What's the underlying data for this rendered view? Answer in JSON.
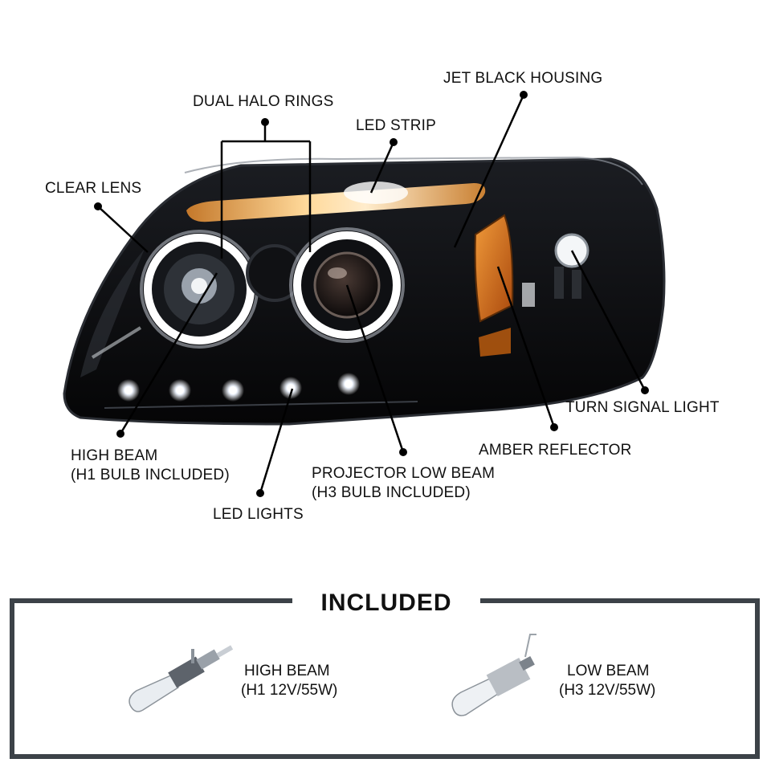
{
  "callouts": {
    "jet_black_housing": "JET BLACK HOUSING",
    "dual_halo_rings": "DUAL HALO RINGS",
    "led_strip": "LED STRIP",
    "clear_lens": "CLEAR LENS",
    "turn_signal_light": "TURN SIGNAL LIGHT",
    "amber_reflector": "AMBER REFLECTOR",
    "high_beam_line1": "HIGH BEAM",
    "high_beam_line2": "(H1 BULB INCLUDED)",
    "projector_line1": "PROJECTOR LOW BEAM",
    "projector_line2": "(H3 BULB INCLUDED)",
    "led_lights": "LED LIGHTS"
  },
  "included": {
    "title": "INCLUDED",
    "high_beam": {
      "line1": "HIGH BEAM",
      "line2": "(H1 12V/55W)"
    },
    "low_beam": {
      "line1": "LOW BEAM",
      "line2": "(H3 12V/55W)"
    }
  },
  "colors": {
    "housing": "#0a0b0d",
    "amber": "#d9711a",
    "led_strip": "#f2b25a",
    "frame": "#3c4248"
  }
}
